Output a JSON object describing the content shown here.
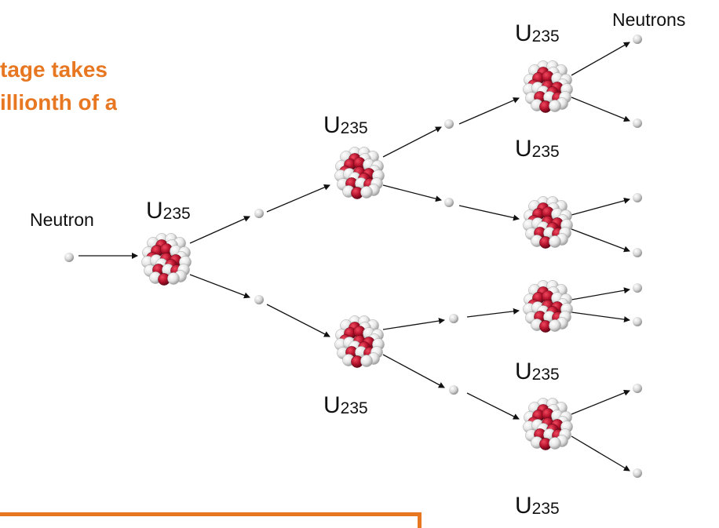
{
  "heading": {
    "line1": "tage takes",
    "line2": "illionth of a"
  },
  "labels": {
    "neutron": "Neutron",
    "neutrons": "Neutrons",
    "element": "U",
    "mass_number": "235"
  },
  "colors": {
    "heading": "#E87722",
    "nucleus_red": "#B5122C",
    "nucleus_white": "#E8E8E8",
    "neutron_gray": "#D4D4D4",
    "arrow": "#111111"
  },
  "icons": [
    "uranium-nucleus-icon",
    "neutron-icon",
    "arrow-icon"
  ]
}
